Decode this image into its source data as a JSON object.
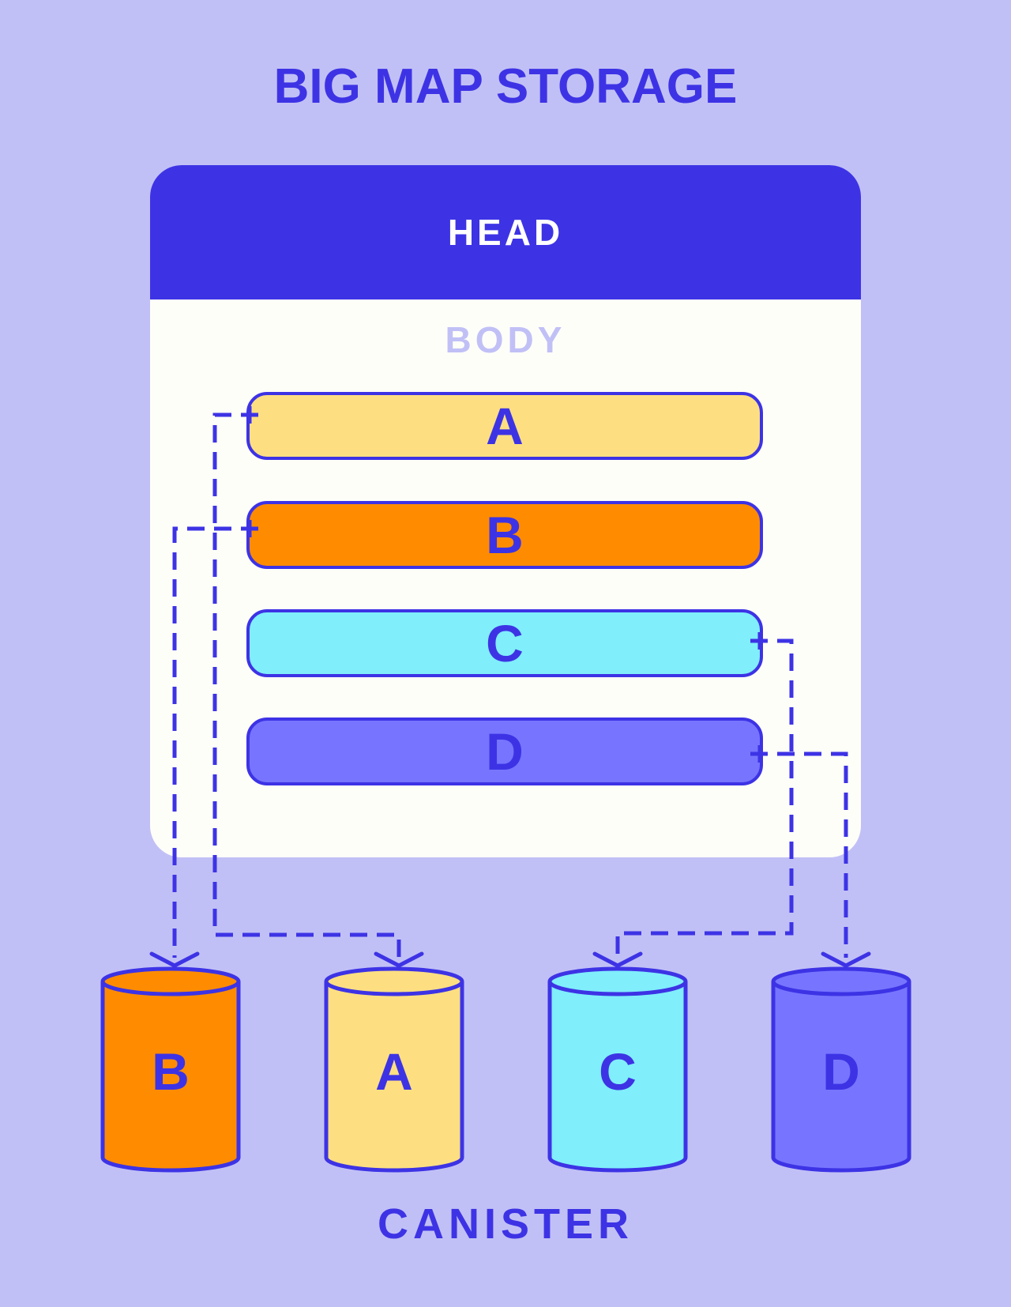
{
  "title": "BIG MAP STORAGE",
  "head_label": "HEAD",
  "body_label": "BODY",
  "bottom_label": "CANISTER",
  "colors": {
    "background": "#c1c0f6",
    "primary": "#3d33e5",
    "white": "#fefef9",
    "yellow": "#fddf82",
    "orange": "#ff8c00",
    "cyan": "#80eefb",
    "purple": "#7775ff"
  },
  "entries": [
    {
      "label": "A",
      "color": "#fddf82"
    },
    {
      "label": "B",
      "color": "#ff8c00"
    },
    {
      "label": "C",
      "color": "#80eefb"
    },
    {
      "label": "D",
      "color": "#7775ff"
    }
  ],
  "canisters": [
    {
      "label": "B",
      "color": "#ff8c00"
    },
    {
      "label": "A",
      "color": "#fddf82"
    },
    {
      "label": "C",
      "color": "#80eefb"
    },
    {
      "label": "D",
      "color": "#7775ff"
    }
  ]
}
